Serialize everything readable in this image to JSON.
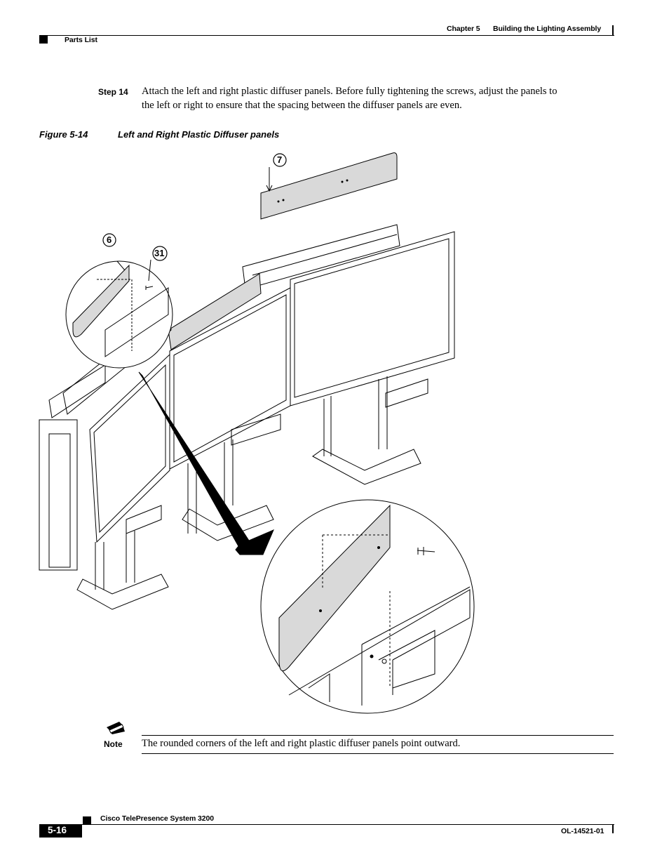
{
  "header": {
    "chapter": "Chapter 5",
    "chapter_title": "Building the Lighting Assembly",
    "section": "Parts List"
  },
  "step": {
    "label": "Step 14",
    "text_line1": "Attach the left and right plastic diffuser panels. Before fully tightening the screws, adjust the panels to",
    "text_line2": "the left or right to ensure that the spacing between the diffuser panels are even."
  },
  "figure": {
    "number": "Figure 5-14",
    "caption": "Left and Right Plastic Diffuser panels",
    "callouts": [
      "7",
      "6",
      "31"
    ]
  },
  "note": {
    "label": "Note",
    "text": "The rounded corners of the left and right plastic diffuser panels point outward."
  },
  "footer": {
    "product": "Cisco TelePresence System 3200",
    "page_number": "5-16",
    "doc_id": "OL-14521-01"
  }
}
